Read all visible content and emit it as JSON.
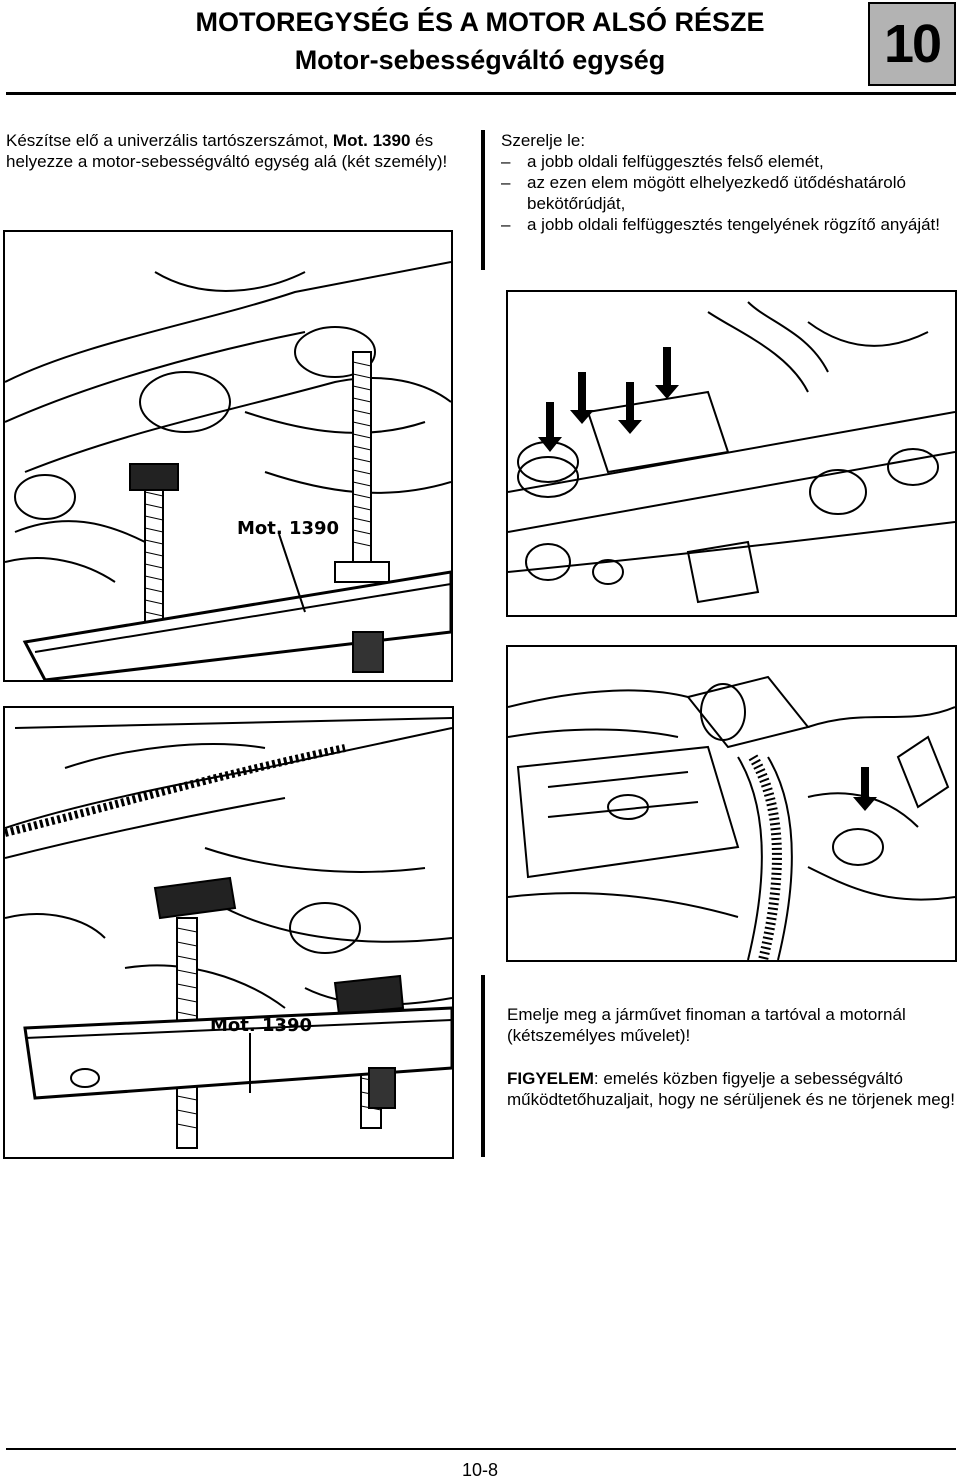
{
  "header": {
    "title": "MOTOREGYSÉG ÉS A MOTOR ALSÓ RÉSZE",
    "subtitle": "Motor-sebességváltó egység",
    "chapter": "10"
  },
  "left_intro": {
    "pre": "Készítse elő a univerzális tartószerszámot, ",
    "tool": "Mot. 1390",
    "post": " és helyezze a motor-sebességváltó egység alá (két személy)!"
  },
  "right_intro": {
    "heading": "Szerelje le:",
    "items": [
      "a jobb oldali felfüggesztés felső elemét,",
      "az ezen elem mögött elhelyezkedő ütődéshatároló bekötőrúdját,",
      "a jobb oldali felfüggesztés tengelyének rögzítő anyáját!"
    ]
  },
  "figures": {
    "fig1_label": "Mot. 1390",
    "fig3_label": "Mot. 1390"
  },
  "lift_note": {
    "text": "Emelje meg a járművet finoman a tartóval a motornál (kétszemélyes művelet)!",
    "warning_label": "FIGYELEM",
    "warning_text": ": emelés közben figyelje a sebességváltó működtetőhuzaljait, hogy ne sérüljenek és ne törjenek meg!"
  },
  "footer": {
    "page": "10-8"
  }
}
